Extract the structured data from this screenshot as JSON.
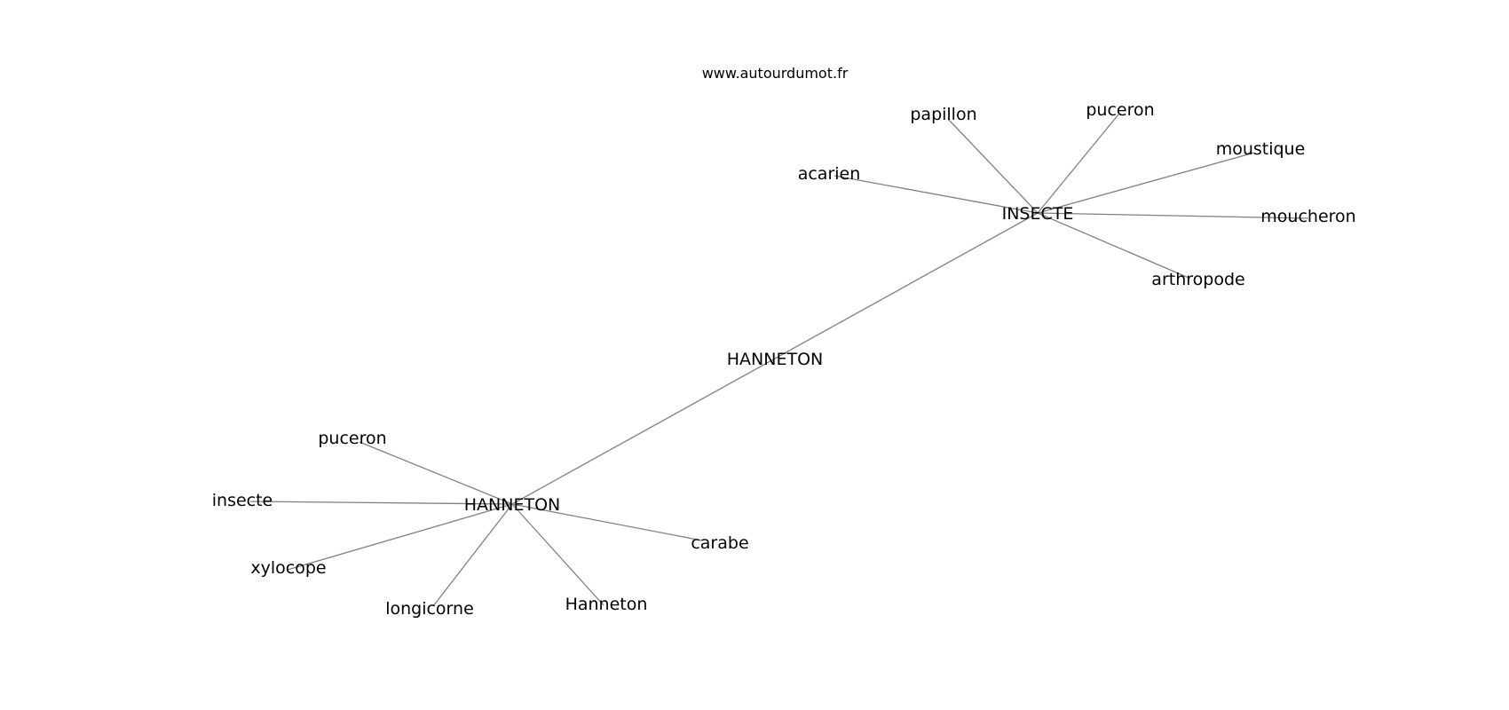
{
  "watermark": "www.autourdumot.fr",
  "colors": {
    "edge": "#808080",
    "text": "#000000",
    "background": "#ffffff"
  },
  "graph": {
    "nodes": [
      {
        "id": "center",
        "label": "HANNETON"
      },
      {
        "id": "insecte_hub",
        "label": "INSECTE"
      },
      {
        "id": "hanneton_hub",
        "label": "HANNETON"
      },
      {
        "id": "papillon",
        "label": "papillon"
      },
      {
        "id": "puceron_top",
        "label": "puceron"
      },
      {
        "id": "moustique",
        "label": "moustique"
      },
      {
        "id": "moucheron",
        "label": "moucheron"
      },
      {
        "id": "arthropode",
        "label": "arthropode"
      },
      {
        "id": "acarien",
        "label": "acarien"
      },
      {
        "id": "puceron_bottom",
        "label": "puceron"
      },
      {
        "id": "insecte",
        "label": "insecte"
      },
      {
        "id": "xylocope",
        "label": "xylocope"
      },
      {
        "id": "longicorne",
        "label": "longicorne"
      },
      {
        "id": "hanneton_lower",
        "label": "Hanneton"
      },
      {
        "id": "carabe",
        "label": "carabe"
      }
    ],
    "edges": [
      {
        "source": "insecte_hub",
        "target": "hanneton_hub"
      },
      {
        "source": "insecte_hub",
        "target": "acarien"
      },
      {
        "source": "insecte_hub",
        "target": "papillon"
      },
      {
        "source": "insecte_hub",
        "target": "puceron_top"
      },
      {
        "source": "insecte_hub",
        "target": "moustique"
      },
      {
        "source": "insecte_hub",
        "target": "moucheron"
      },
      {
        "source": "insecte_hub",
        "target": "arthropode"
      },
      {
        "source": "hanneton_hub",
        "target": "puceron_bottom"
      },
      {
        "source": "hanneton_hub",
        "target": "insecte"
      },
      {
        "source": "hanneton_hub",
        "target": "xylocope"
      },
      {
        "source": "hanneton_hub",
        "target": "longicorne"
      },
      {
        "source": "hanneton_hub",
        "target": "hanneton_lower"
      },
      {
        "source": "hanneton_hub",
        "target": "carabe"
      }
    ]
  }
}
